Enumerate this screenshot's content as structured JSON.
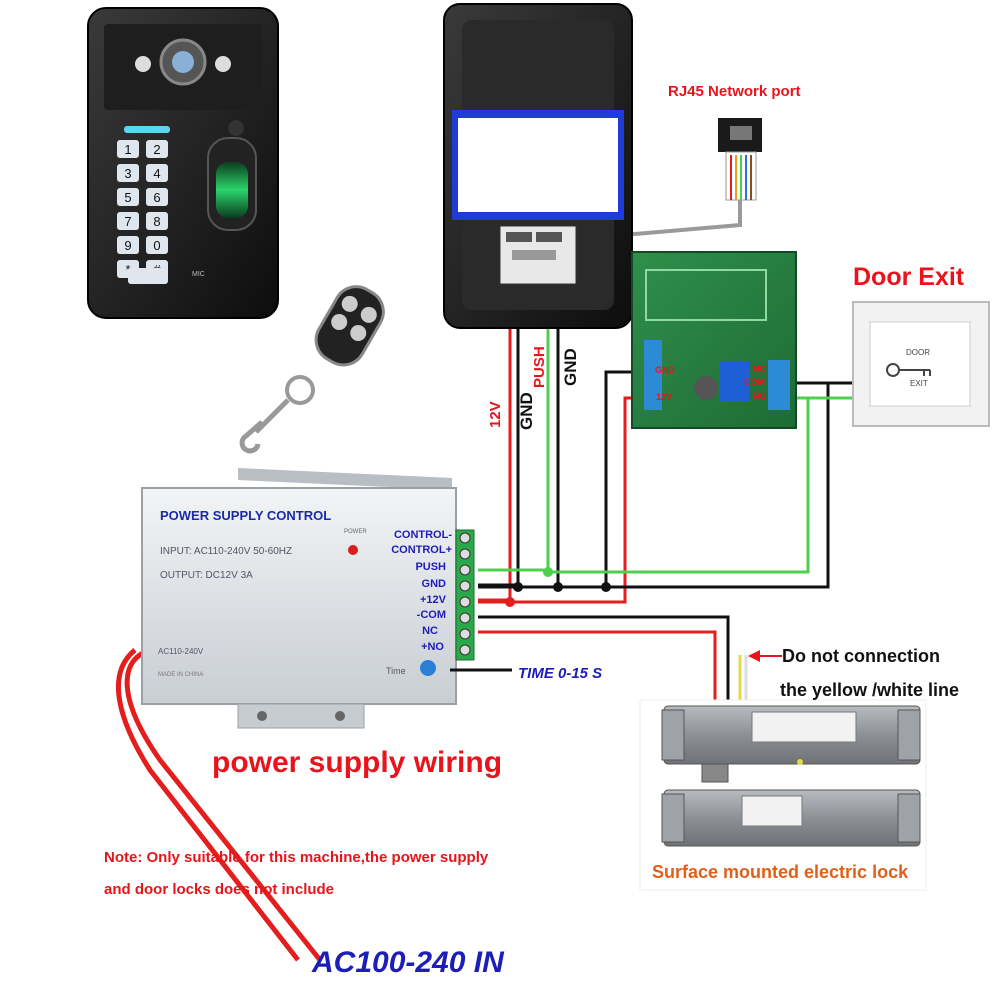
{
  "colors": {
    "red_wire": "#e41d1d",
    "black_wire": "#111111",
    "green_wire": "#4fcf4f",
    "red_text": "#e8141b",
    "blue_text": "#1d1db8",
    "navy_text": "#1a2aa8",
    "orange_text": "#e0601a"
  },
  "labels": {
    "rj45": "RJ45 Network port",
    "door_exit": "Door Exit",
    "wire_12v": "12V",
    "wire_gnd_a": "GND",
    "wire_push": "PUSH",
    "wire_gnd_b": "GND",
    "power_supply_wiring": "power supply wiring",
    "time_range": "TIME 0-15 S",
    "no_connection_line1": "Do not connection",
    "no_connection_line2": "the  yellow /white line",
    "lock_caption": "Surface mounted electric lock",
    "note_line1": "Note: Only suitable for this machine,the power supply",
    "note_line2": "and door locks does not include",
    "ac_in": "AC100-240 IN"
  },
  "power_supply": {
    "title": "POWER SUPPLY CONTROL",
    "input": "INPUT: AC110-240V  50-60HZ",
    "output": "OUTPUT:  DC12V  3A",
    "power_indicator": "POWER",
    "ac_label": "AC110-240V",
    "made_in": "MADE IN CHINA",
    "time_label": "Time",
    "terminals": [
      "CONTROL-",
      "CONTROL+",
      "PUSH",
      "GND",
      "+12V",
      "-COM",
      "NC",
      "+NO"
    ]
  },
  "relay_board": {
    "left_pins": [
      "GND",
      "12V"
    ],
    "right_pins": [
      "NC",
      "COM",
      "NO"
    ]
  },
  "keypad": {
    "keys": [
      "1",
      "2",
      "3",
      "4",
      "5",
      "6",
      "7",
      "8",
      "9",
      "0",
      "*",
      "#"
    ],
    "mic_label": "MIC"
  },
  "exit_button": {
    "top_text": "DOOR",
    "bottom_text": "EXIT"
  }
}
